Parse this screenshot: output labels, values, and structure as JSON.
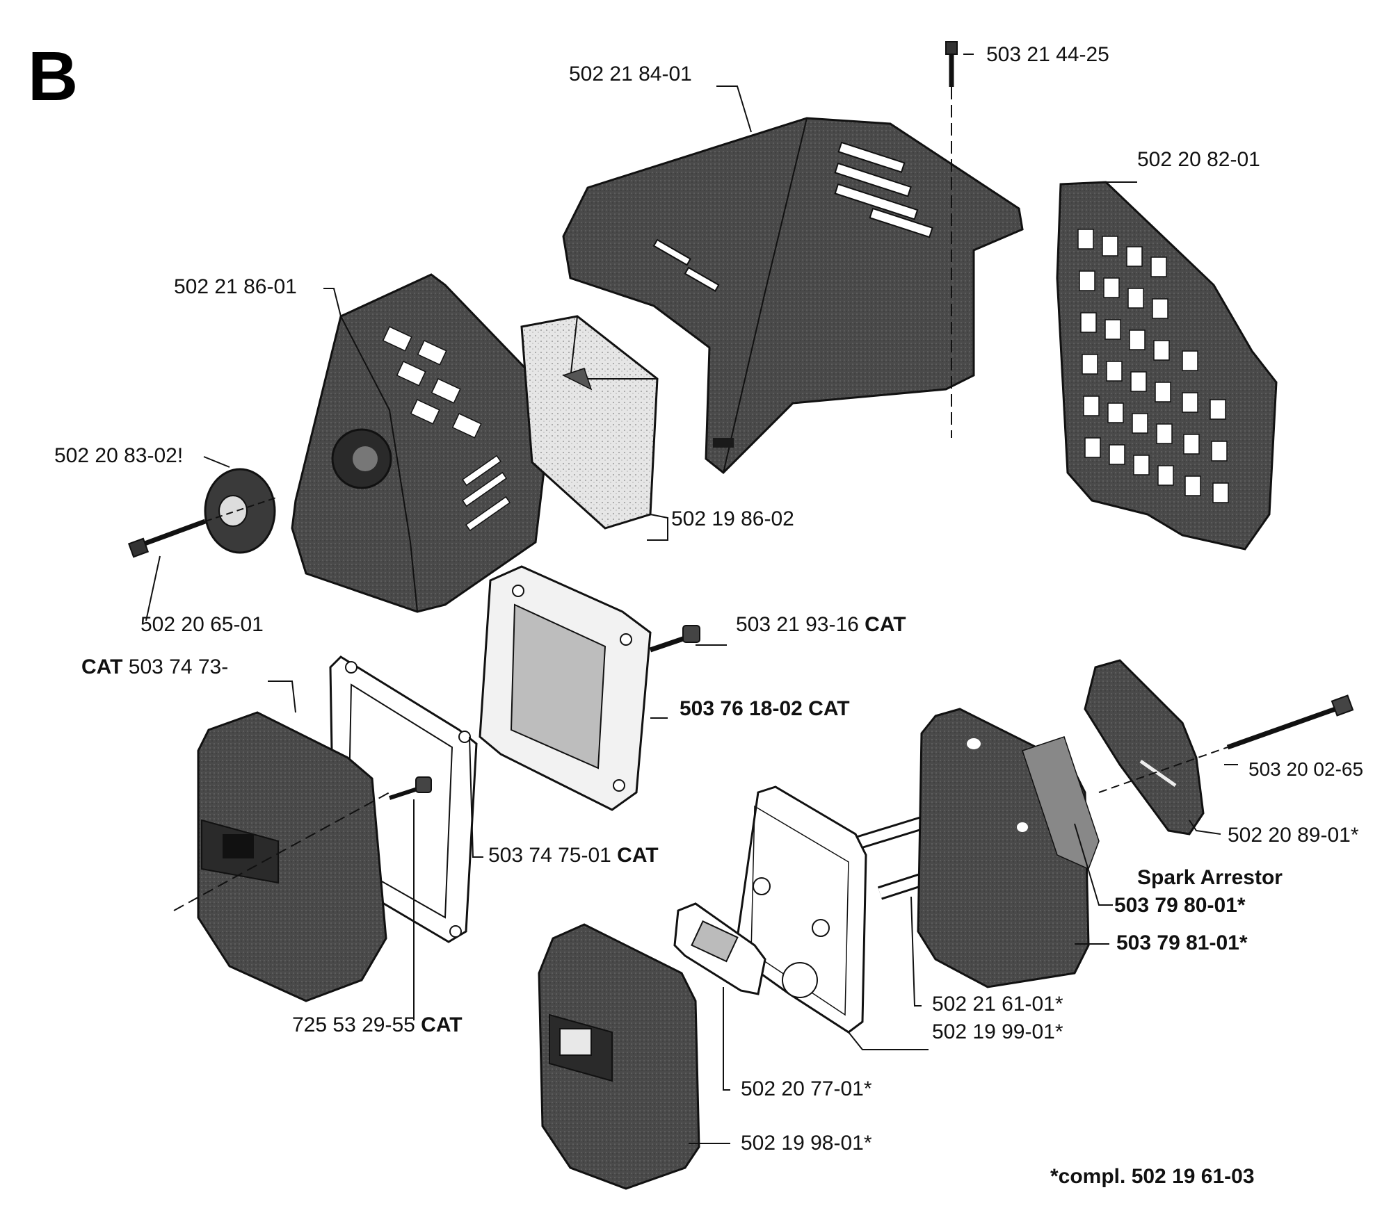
{
  "section_letter": "B",
  "labels": {
    "cylinder_cover": "502 21 84-01",
    "screw_top": "503 21 44-25",
    "grille_right": "502 20 82-01",
    "air_filter_cover": "502 21 86-01",
    "knob": "502 20 83-02!",
    "foam_filter": "502 19 86-02",
    "long_screw_left": "502 20 65-01",
    "muffler_screw": {
      "part": "503 21 93-16",
      "suffix": "CAT"
    },
    "cat_muffler": {
      "prefix": "CAT",
      "part": "503 74 73-"
    },
    "cat_flange": "503 76 18-02 CAT",
    "gasket_cat": {
      "part": "503 74 75-01",
      "suffix": "CAT"
    },
    "screw_bottom": {
      "part": "725 53 29-55",
      "suffix": "CAT"
    },
    "long_screw_right": "503 20 02-65",
    "spark_cover": "502 20 89-01*",
    "spark_arrestor_title": "Spark Arrestor",
    "spark_arrestor_part": "503 79 80-01*",
    "muffler_back": "503 79 81-01*",
    "tube_1": "502 21 61-01*",
    "tube_2": "502 19 99-01*",
    "gasket_small": "502 20 77-01*",
    "muffler_front": "502 19 98-01*",
    "compl_note": "*compl.  502 19 61-03"
  },
  "colors": {
    "ink": "#111111",
    "part_fill": "#4a4a4a",
    "part_dark": "#2a2a2a",
    "foam": "#d8d8d8",
    "paper": "#ffffff"
  }
}
